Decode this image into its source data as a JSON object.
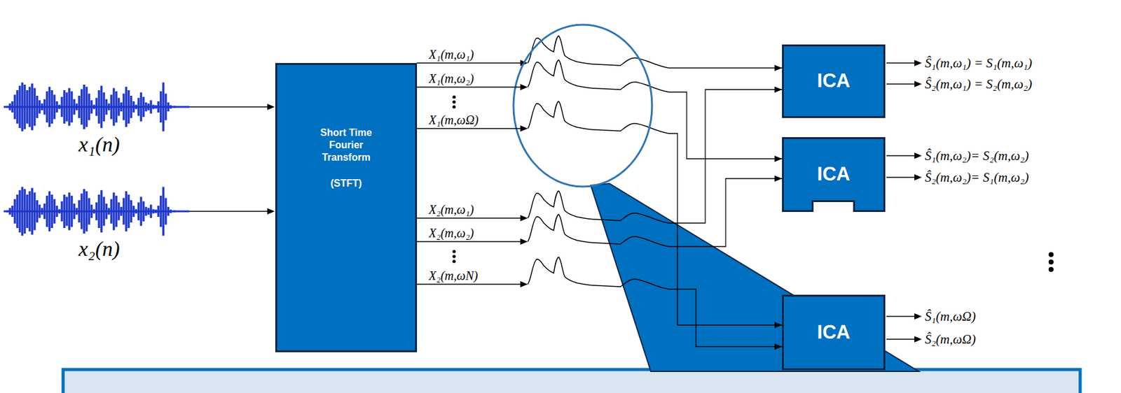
{
  "diagram": {
    "nodes": [
      {
        "text": [
          "Short Time Fourier Transform",
          "(STFT)"
        ]
      },
      {
        "text": [
          "ICA"
        ]
      },
      {
        "text": [
          "ICA"
        ]
      },
      {
        "text": [
          "ICA"
        ]
      }
    ],
    "edges": [
      {
        "from": 0,
        "to": 1,
        "arrow": "to",
        "label": "X₁(m,ω₁)"
      },
      {
        "from": 0,
        "to": 2,
        "arrow": "to",
        "label": "X₁(m,ω₂)"
      },
      {
        "from": 0,
        "to": 3,
        "arrow": "to",
        "label": "X₁(m,ωΩ)"
      },
      {
        "from": 0,
        "to": 1,
        "arrow": "to",
        "label": "X₂(m,ω₁)"
      },
      {
        "from": 0,
        "to": 2,
        "arrow": "to",
        "label": "X₂(m,ω₂)"
      },
      {
        "from": 0,
        "to": 3,
        "arrow": "to",
        "label": "X₂(m,ωN)"
      }
    ],
    "labels": [
      "x₁(n)",
      "x₂(n)",
      "Ŝ₁(m,ω₁) = S₁(m,ω₁)",
      "Ŝ₂(m,ω₁) = S₂(m,ω₂)",
      "Ŝ₁(m,ω₂)= S₂(m,ω₂)",
      "Ŝ₂(m,ω₂)= S₁(m,ω₂)",
      "Ŝ₁(m,ωΩ)",
      "Ŝ₂(m,ωΩ)"
    ]
  }
}
